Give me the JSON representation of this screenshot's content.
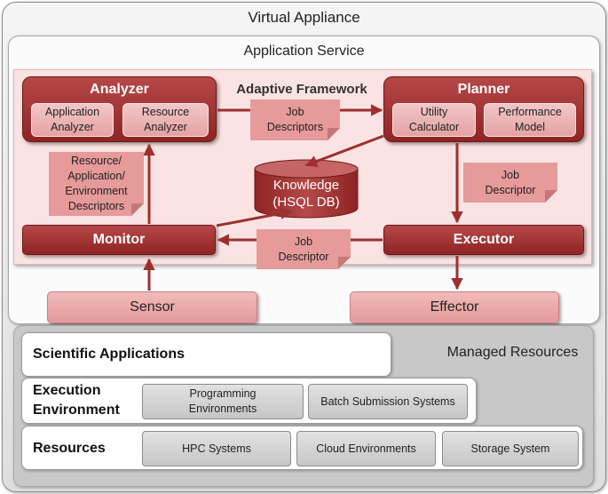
{
  "diagram": {
    "virtual_appliance": "Virtual Appliance",
    "application_service": "Application Service",
    "adaptive_framework": "Adaptive Framework",
    "analyzer": {
      "title": "Analyzer",
      "application_analyzer": [
        "Application",
        "Analyzer"
      ],
      "resource_analyzer": [
        "Resource",
        "Analyzer"
      ]
    },
    "planner": {
      "title": "Planner",
      "utility_calculator": [
        "Utility",
        "Calculator"
      ],
      "performance_model": [
        "Performance",
        "Model"
      ]
    },
    "monitor": "Monitor",
    "executor": "Executor",
    "knowledge": [
      "Knowledge",
      "(HSQL DB)"
    ],
    "notes": {
      "job_descriptors_top": [
        "Job",
        "Descriptors"
      ],
      "resource_descriptors": [
        "Resource/",
        "Application/",
        "Environment",
        "Descriptors"
      ],
      "job_descriptor_right": [
        "Job",
        "Descriptor"
      ],
      "job_descriptor_bottom": [
        "Job",
        "Descriptor"
      ]
    },
    "sensor": "Sensor",
    "effector": "Effector",
    "managed_resources": "Managed Resources",
    "scientific_applications": "Scientific Applications",
    "execution_environment": [
      "Execution",
      "Environment"
    ],
    "programming_environments": [
      "Programming",
      "Environments"
    ],
    "batch_submission_systems": "Batch Submission Systems",
    "resources": "Resources",
    "hpc_systems": "HPC Systems",
    "cloud_environments": "Cloud Environments",
    "storage_system": "Storage System",
    "colors": {
      "accent_red": "#9e2f2f",
      "light_red": "#e69a9a",
      "framework_bg": "#fbe3e3",
      "gray": "#c8c8c8"
    }
  }
}
